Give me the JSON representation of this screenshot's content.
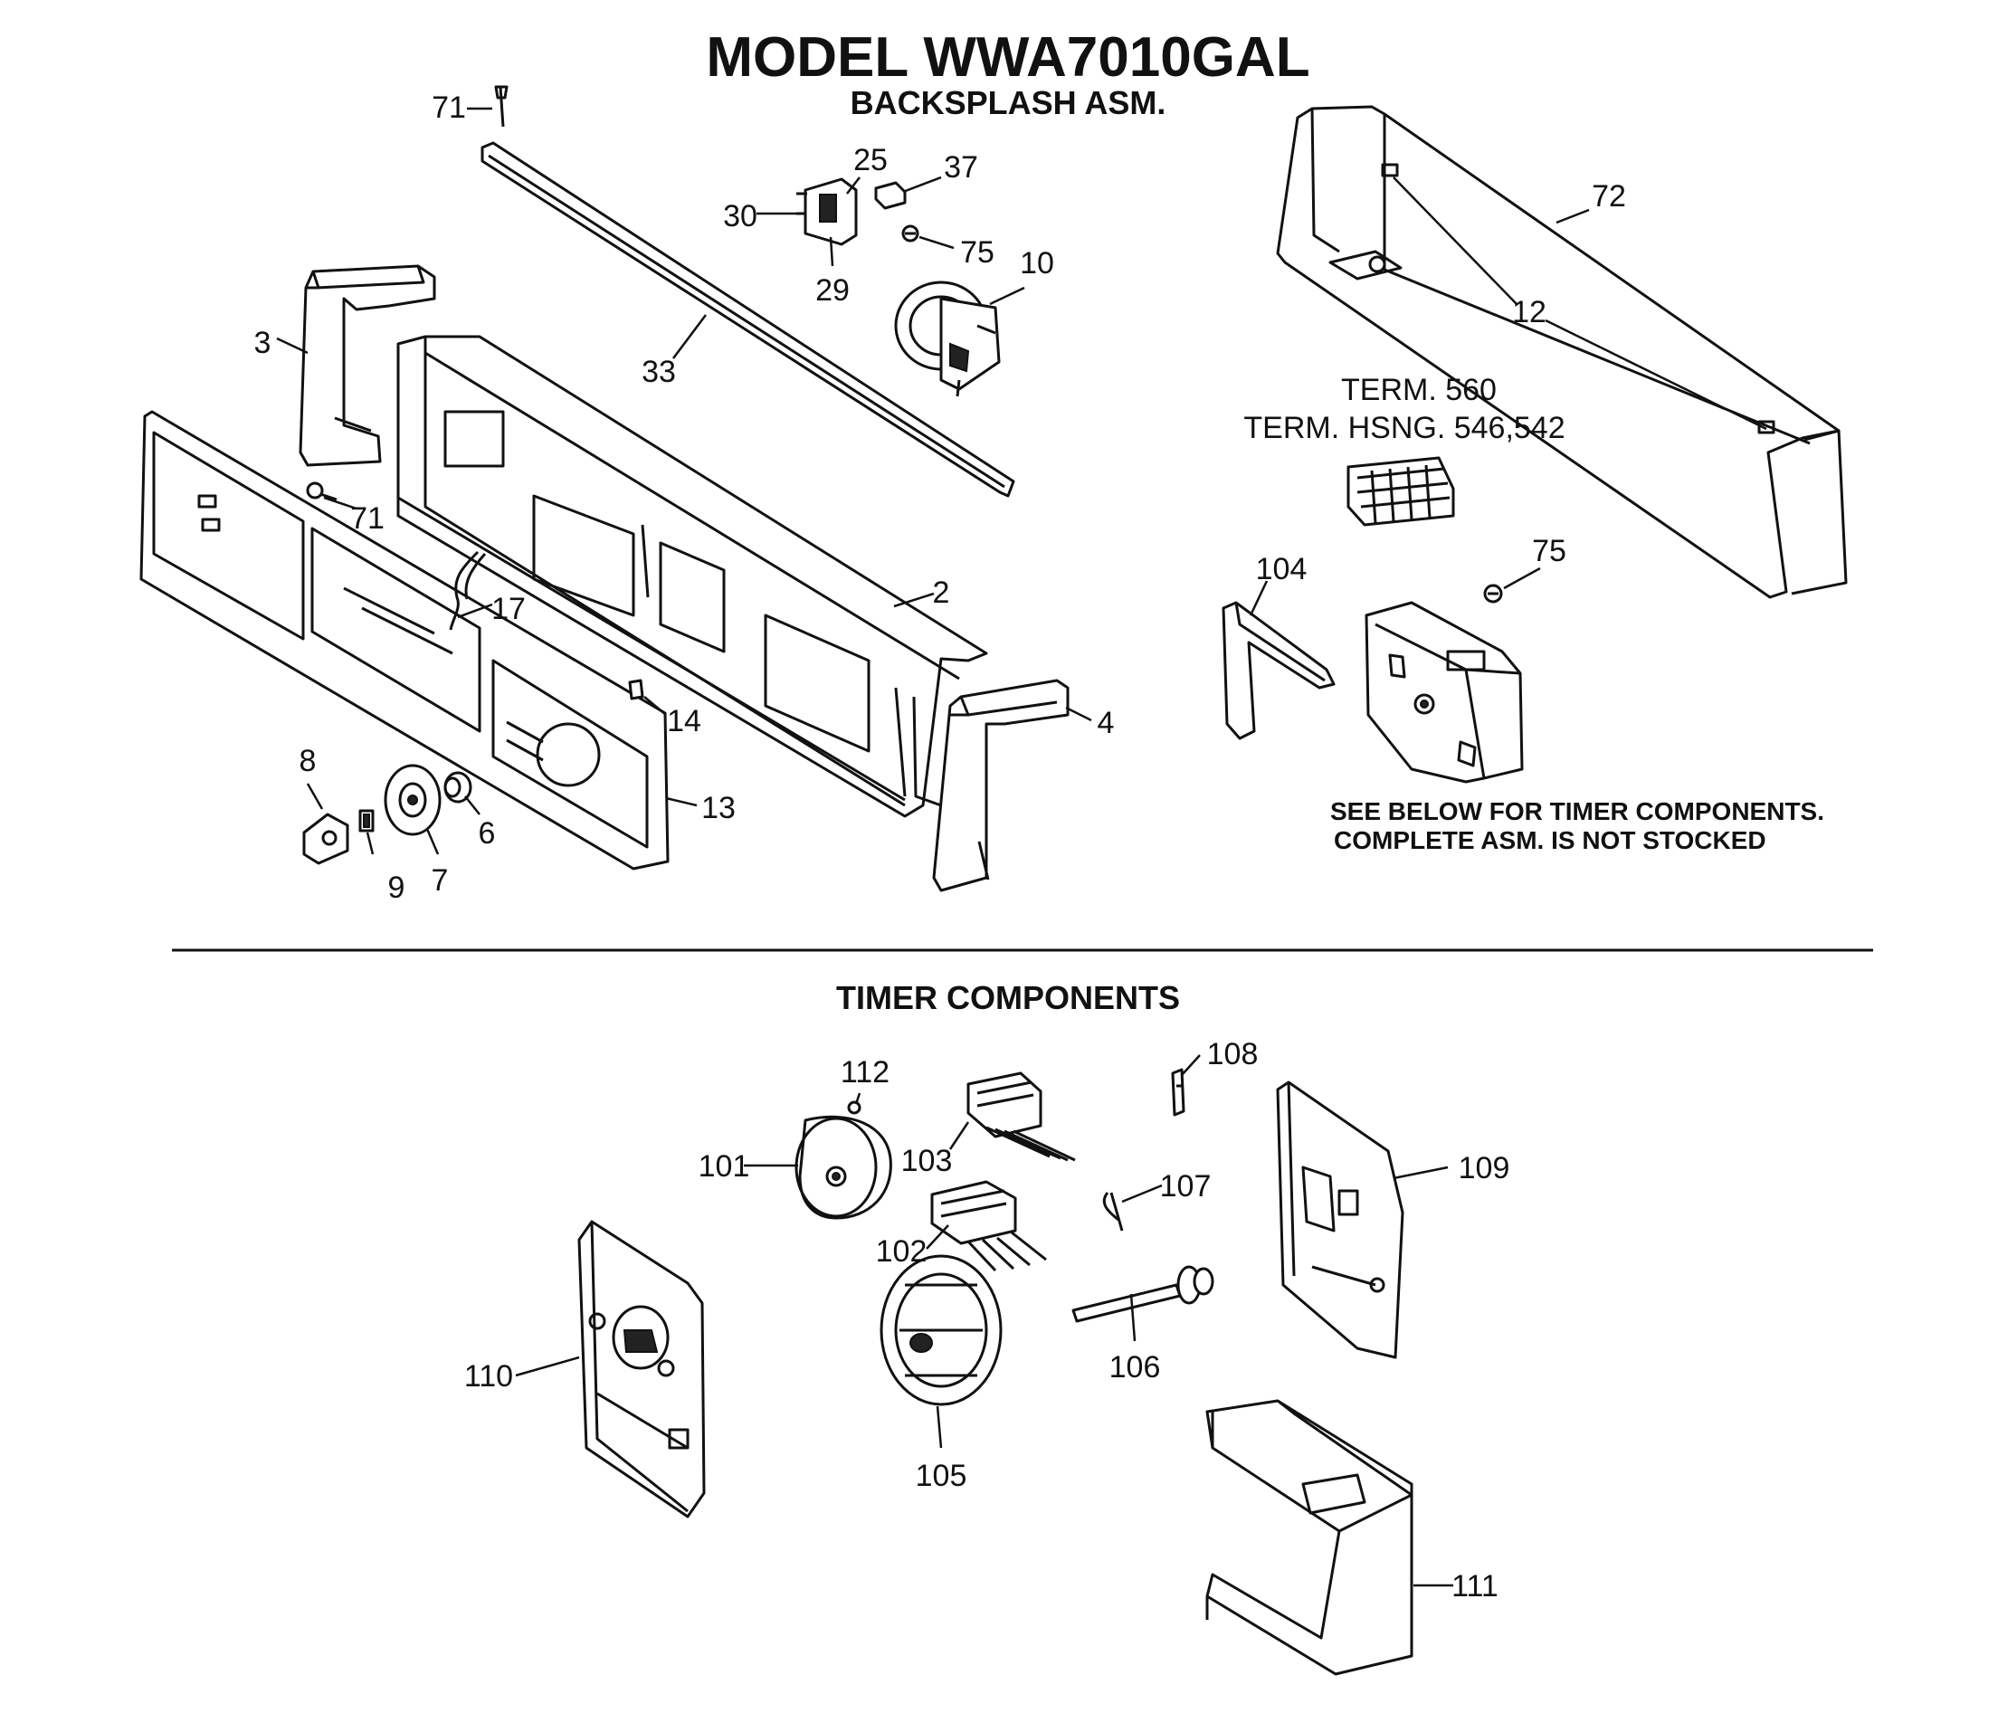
{
  "title": "MODEL WWA7010GAL",
  "subtitle": "BACKSPLASH ASM.",
  "section_title": "TIMER COMPONENTS",
  "terminal_label_1": "TERM. 560",
  "terminal_label_2": "TERM. HSNG. 546,542",
  "note_line_1": "SEE BELOW FOR TIMER COMPONENTS.",
  "note_line_2": "COMPLETE ASM. IS NOT STOCKED",
  "callouts": {
    "c71a": "71",
    "c25": "25",
    "c37": "37",
    "c30": "30",
    "c75a": "75",
    "c29": "29",
    "c10": "10",
    "c72": "72",
    "c12": "12",
    "c3": "3",
    "c33": "33",
    "c71b": "71",
    "c17": "17",
    "c2": "2",
    "c14": "14",
    "c4": "4",
    "c8": "8",
    "c6": "6",
    "c13": "13",
    "c9": "9",
    "c7": "7",
    "c104": "104",
    "c75b": "75",
    "c112": "112",
    "c108": "108",
    "c101": "101",
    "c103": "103",
    "c107": "107",
    "c109": "109",
    "c102": "102",
    "c110": "110",
    "c106": "106",
    "c105": "105",
    "c111": "111"
  }
}
